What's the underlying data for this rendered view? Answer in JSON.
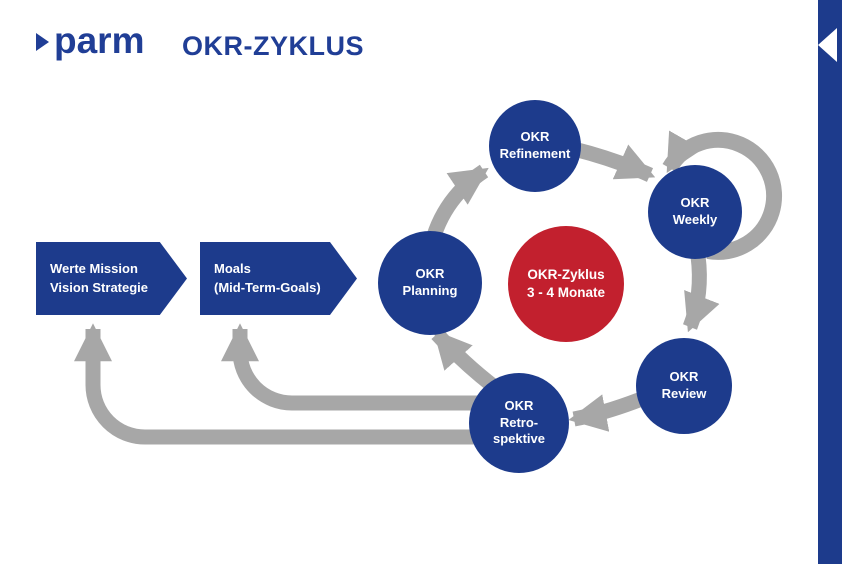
{
  "header": {
    "logo_text": "parm",
    "title": "OKR-ZYKLUS"
  },
  "colors": {
    "brand_blue": "#1d3b8c",
    "heading_blue": "#203e96",
    "cycle_red": "#c2202e",
    "arrow_gray": "#a7a7a7",
    "text_white": "#ffffff"
  },
  "flow_inputs": [
    {
      "line1": "Werte Mission",
      "line2": "Vision Strategie"
    },
    {
      "line1": "Moals",
      "line2": "(Mid-Term-Goals)"
    }
  ],
  "cycle": {
    "center": {
      "line1": "OKR-Zyklus",
      "line2": "3 - 4 Monate"
    },
    "nodes": {
      "planning": {
        "line1": "OKR",
        "line2": "Planning"
      },
      "refinement": {
        "line1": "OKR",
        "line2": "Refinement"
      },
      "weekly": {
        "line1": "OKR",
        "line2": "Weekly"
      },
      "review": {
        "line1": "OKR",
        "line2": "Review"
      },
      "retro": {
        "line1": "OKR",
        "line2": "Retro-",
        "line3": "spektive"
      }
    }
  }
}
